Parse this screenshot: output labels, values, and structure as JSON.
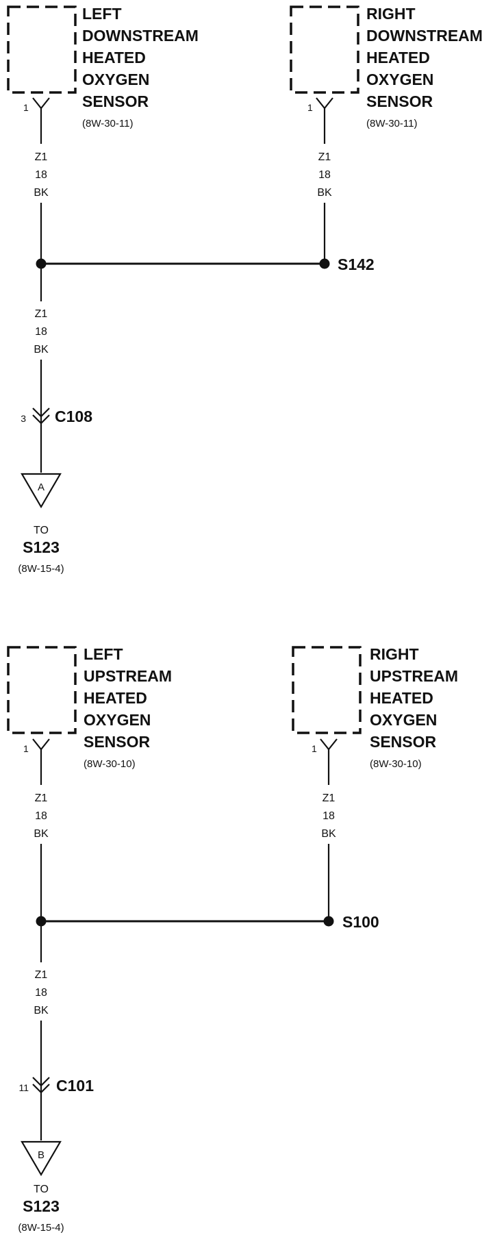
{
  "sections": [
    {
      "id": "downstream",
      "sensors": [
        {
          "side": "left",
          "name_lines": [
            "LEFT",
            "DOWNSTREAM",
            "HEATED",
            "OXYGEN",
            "SENSOR"
          ],
          "ref": "(8W-30-11)",
          "pin": "1",
          "wire": {
            "circuit": "Z1",
            "gauge": "18",
            "color": "BK"
          }
        },
        {
          "side": "right",
          "name_lines": [
            "RIGHT",
            "DOWNSTREAM",
            "HEATED",
            "OXYGEN",
            "SENSOR"
          ],
          "ref": "(8W-30-11)",
          "pin": "1",
          "wire": {
            "circuit": "Z1",
            "gauge": "18",
            "color": "BK"
          }
        }
      ],
      "splice": "S142",
      "output_wire": {
        "circuit": "Z1",
        "gauge": "18",
        "color": "BK"
      },
      "connector": {
        "pin": "3",
        "name": "C108"
      },
      "terminal": {
        "letter": "A",
        "to": "TO",
        "dest": "S123",
        "ref": "(8W-15-4)"
      }
    },
    {
      "id": "upstream",
      "sensors": [
        {
          "side": "left",
          "name_lines": [
            "LEFT",
            "UPSTREAM",
            "HEATED",
            "OXYGEN",
            "SENSOR"
          ],
          "ref": "(8W-30-10)",
          "pin": "1",
          "wire": {
            "circuit": "Z1",
            "gauge": "18",
            "color": "BK"
          }
        },
        {
          "side": "right",
          "name_lines": [
            "RIGHT",
            "UPSTREAM",
            "HEATED",
            "OXYGEN",
            "SENSOR"
          ],
          "ref": "(8W-30-10)",
          "pin": "1",
          "wire": {
            "circuit": "Z1",
            "gauge": "18",
            "color": "BK"
          }
        }
      ],
      "splice": "S100",
      "output_wire": {
        "circuit": "Z1",
        "gauge": "18",
        "color": "BK"
      },
      "connector": {
        "pin": "11",
        "name": "C101"
      },
      "terminal": {
        "letter": "B",
        "to": "TO",
        "dest": "S123",
        "ref": "(8W-15-4)"
      }
    }
  ]
}
